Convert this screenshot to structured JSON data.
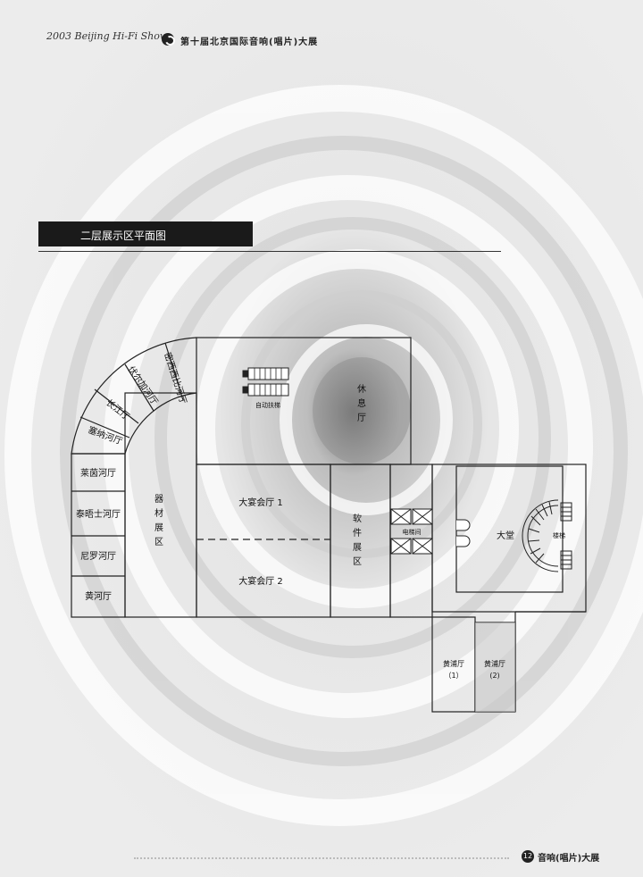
{
  "header": {
    "event_en": "2003 Beijing Hi-Fi Show",
    "event_cn": "第十届北京国际音响(唱片)大展"
  },
  "section": {
    "title": "二层展示区平面图"
  },
  "floorplan": {
    "arc_rooms": [
      "密西西比河厅",
      "伏尔加河厅",
      "长江厅",
      "塞纳河厅"
    ],
    "left_rooms": [
      "莱茵河厅",
      "泰晤士河厅",
      "尼罗河厅",
      "黄河厅"
    ],
    "equipment_zone": "器材展区",
    "escalator": "自动扶梯",
    "lounge": "休息厅",
    "banquet_hall_1": "大宴会厅 1",
    "banquet_hall_2": "大宴会厅 2",
    "software_zone": "软件展区",
    "elevator_room": "电梯间",
    "lobby": "大堂",
    "stairs": "楼梯",
    "huangpu_1": {
      "name": "黄浦厅",
      "num": "（1）"
    },
    "huangpu_2": {
      "name": "黄浦厅",
      "num": "(2)"
    }
  },
  "footer": {
    "page_number": "12",
    "title": "音响(唱片)大展"
  }
}
